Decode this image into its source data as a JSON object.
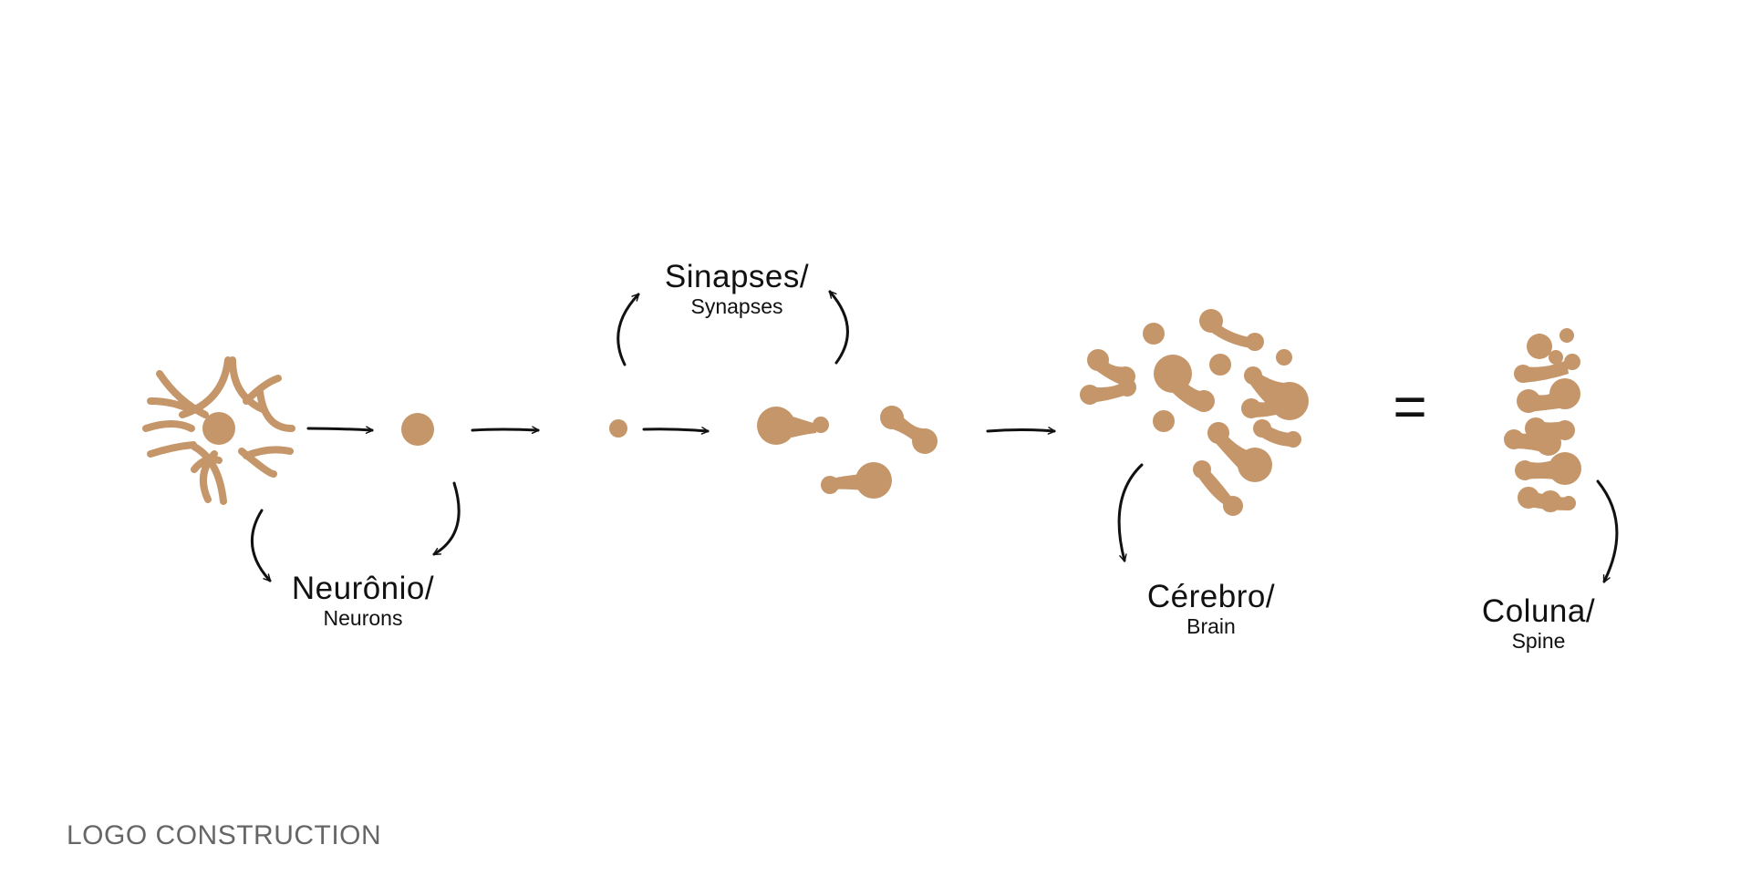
{
  "colors": {
    "accent": "#c4966a",
    "ink": "#111111",
    "footer": "#666666",
    "background": "#ffffff"
  },
  "stages": [
    {
      "id": "neuron",
      "main": "Neurônio/",
      "sub": "Neurons"
    },
    {
      "id": "synapse",
      "main": "Sinapses/",
      "sub": "Synapses"
    },
    {
      "id": "brain",
      "main": "Cérebro/",
      "sub": "Brain"
    },
    {
      "id": "spine",
      "main": "Coluna/",
      "sub": "Spine"
    }
  ],
  "equals_sign": "=",
  "footer": {
    "label": "LOGO CONSTRUCTION"
  }
}
